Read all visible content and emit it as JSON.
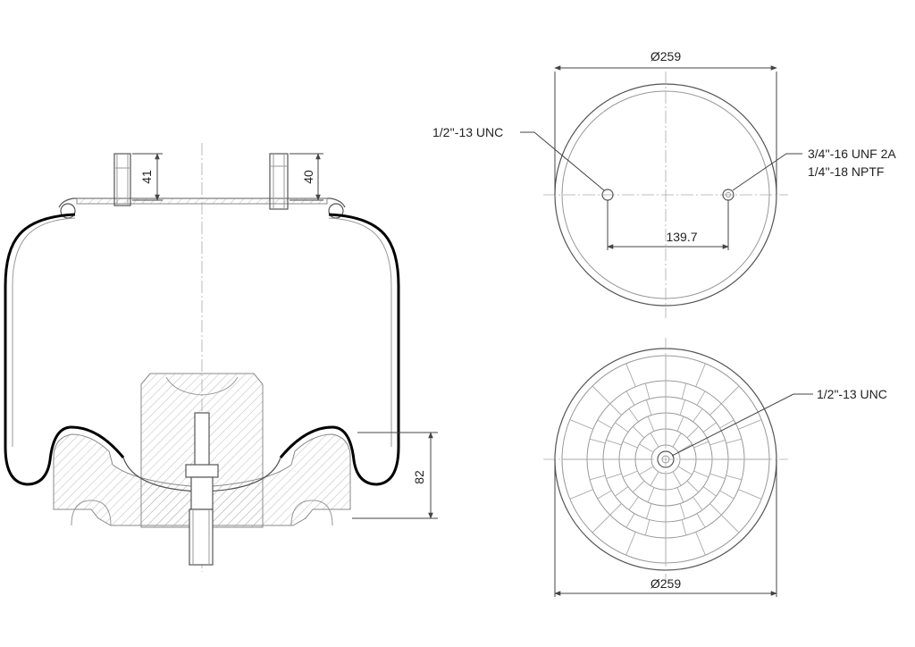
{
  "side_view": {
    "dim_stud_left": "41",
    "dim_stud_right": "40",
    "dim_piston_height": "82"
  },
  "top_view": {
    "dim_diameter": "Ø259",
    "dim_bolt_spacing": "139.7",
    "callout_left": "1/2''-13 UNC",
    "callout_right_line1": "3/4''-16 UNF 2A",
    "callout_right_line2": "1/4''-18 NPTF"
  },
  "bottom_view": {
    "dim_diameter": "Ø259",
    "callout_center": "1/2\"-13 UNC"
  }
}
